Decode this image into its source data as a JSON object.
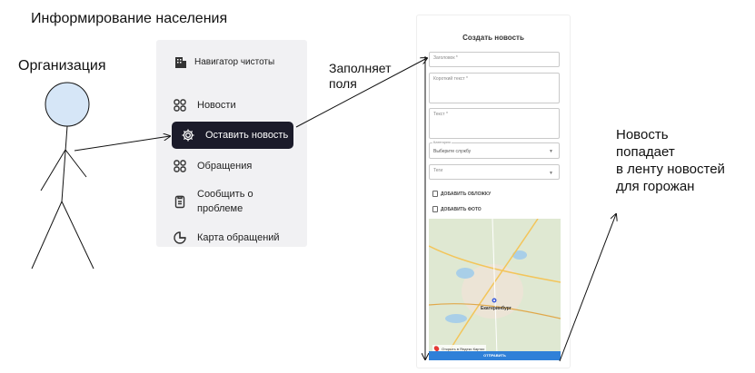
{
  "diagram": {
    "title": "Информирование населения",
    "actor_label": "Организация",
    "fill_label": "Заполняет\nполя",
    "result_label": "Новость\nпопадает\nв ленту новостей\nдля горожан"
  },
  "sidebar": {
    "brand": "Навигатор чистоты",
    "items": [
      {
        "label": "Новости",
        "icon": "grid-icon"
      },
      {
        "label": "Оставить новость",
        "icon": "gear-icon",
        "active": true
      },
      {
        "label": "Обращения",
        "icon": "grid-icon"
      },
      {
        "label": "Сообщить о проблеме",
        "icon": "clipboard-icon"
      },
      {
        "label": "Карта обращений",
        "icon": "pie-chart-icon"
      }
    ]
  },
  "form": {
    "title": "Создать новость",
    "heading_placeholder": "Заголовок *",
    "short_placeholder": "Короткий текст *",
    "text_placeholder": "Текст *",
    "category_label": "Категория",
    "category_value": "Выберите службу",
    "tags_placeholder": "Теги",
    "add_cover": "ДОБАВИТЬ ОБЛОЖКУ",
    "add_photo": "ДОБАВИТЬ ФОТО",
    "map_city": "Екатеринбург",
    "map_open": "Открыть в Яндекс Картах",
    "submit": "ОТПРАВИТЬ"
  },
  "colors": {
    "active_bg": "#1b1b2a",
    "submit_bg": "#2f80d8",
    "sidebar_bg": "#f1f1f3"
  }
}
